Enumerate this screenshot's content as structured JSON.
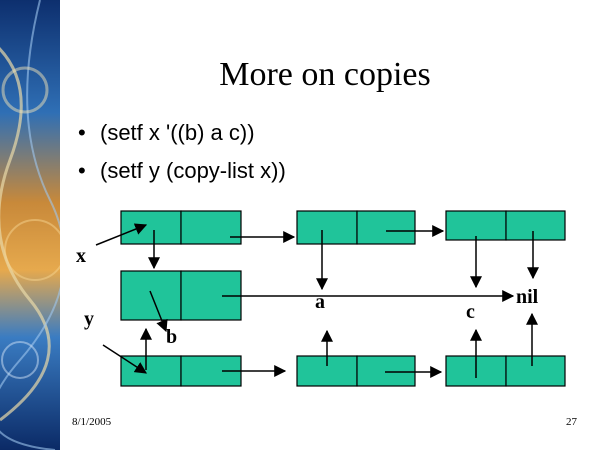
{
  "title": "More on copies",
  "bullets": [
    "(setf x '((b) a c))",
    "(setf y (copy-list x))"
  ],
  "labels": {
    "x": "x",
    "y": "y",
    "a": "a",
    "b": "b",
    "c": "c",
    "nil": "nil"
  },
  "footer": {
    "date": "8/1/2005",
    "page": "27"
  },
  "colors": {
    "cell": "#20c49a",
    "cell_border": "#000000",
    "arrow": "#000000"
  }
}
